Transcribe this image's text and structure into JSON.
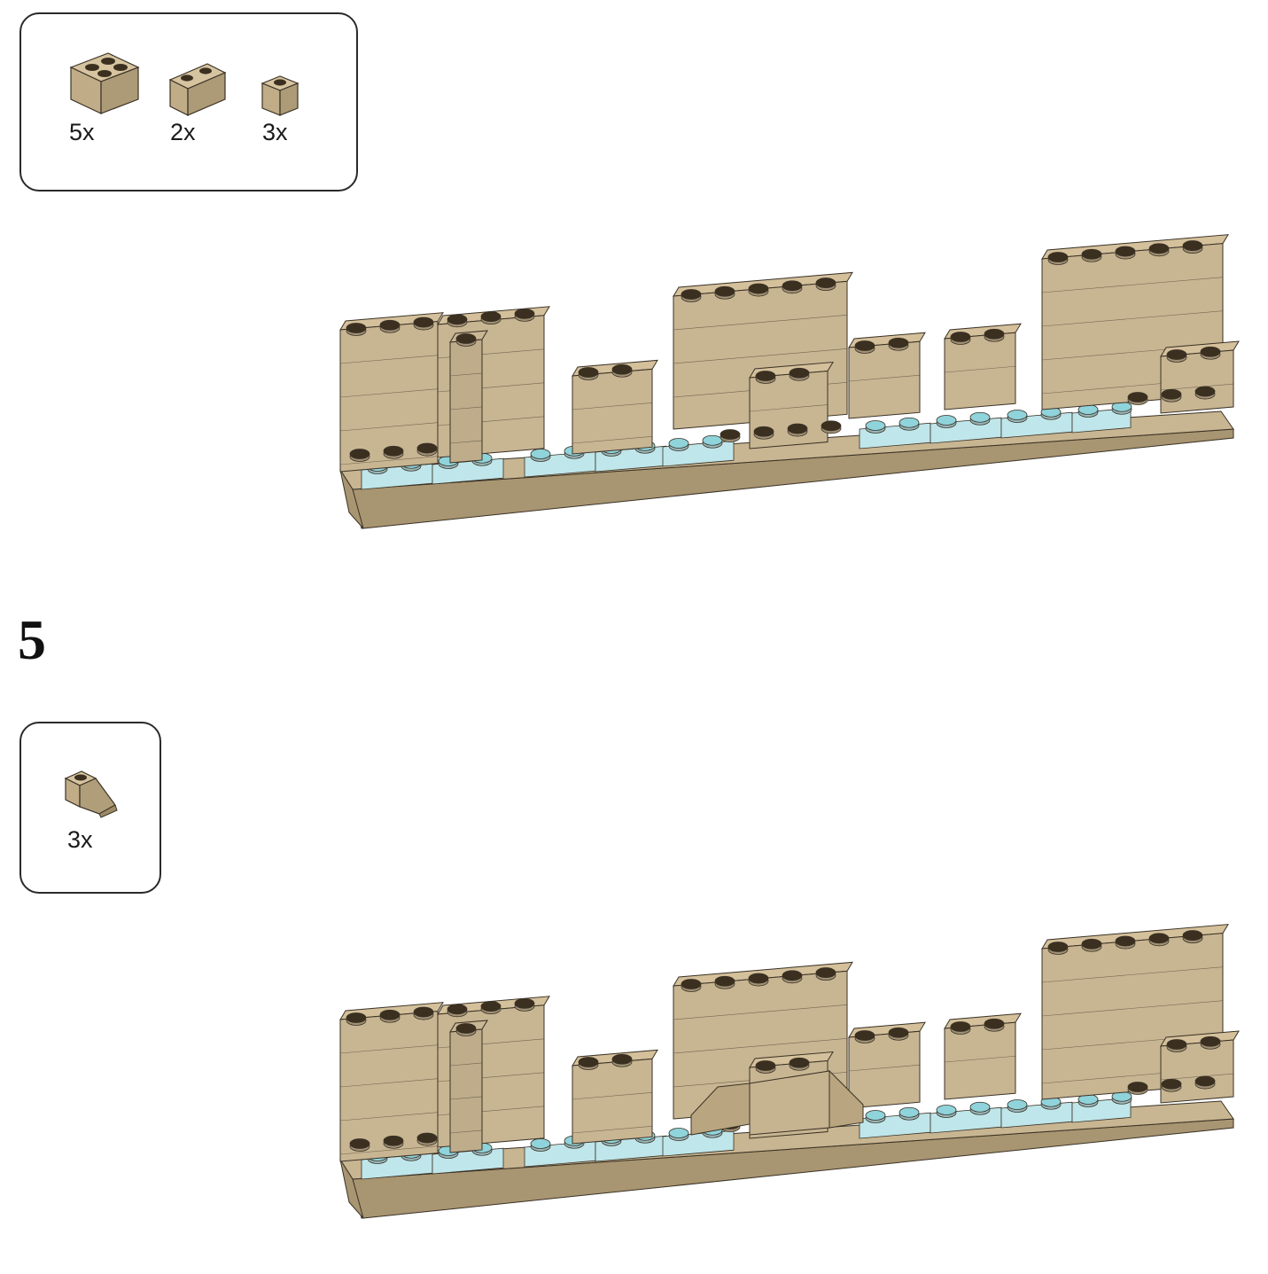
{
  "step4": {
    "parts": [
      {
        "icon": "brick-2x2-tan-icon",
        "qty": "5x"
      },
      {
        "icon": "brick-1x2-tan-icon",
        "qty": "2x"
      },
      {
        "icon": "brick-1x1-tan-icon",
        "qty": "3x"
      }
    ]
  },
  "step5": {
    "number": "5",
    "parts": [
      {
        "icon": "slope-brick-tan-icon",
        "qty": "3x"
      }
    ]
  },
  "colors": {
    "tan": "#c8b592",
    "tan_dark": "#a89571",
    "trans_light_blue": "#bfe6ea",
    "outline": "#3a3226",
    "stud_dark": "#3b3020"
  }
}
